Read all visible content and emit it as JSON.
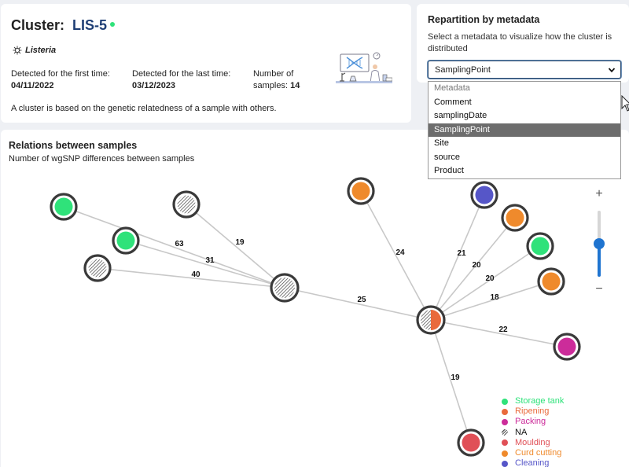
{
  "cluster": {
    "title_label": "Cluster:",
    "id": "LIS-5",
    "organism": "Listeria",
    "first_label": "Detected for the first time:",
    "first_value": "04/11/2022",
    "last_label": "Detected for the last time:",
    "last_value": "03/12/2023",
    "samples_label": "Number of samples:",
    "samples_value": "14",
    "description": "A cluster is based on the genetic relatedness of a sample with others."
  },
  "repartition": {
    "title": "Repartition by metadata",
    "help": "Select a metadata to visualize how the cluster is distributed",
    "selected": "SamplingPoint",
    "options": [
      {
        "label": "Metadata",
        "disabled": true,
        "selected": false
      },
      {
        "label": "Comment",
        "disabled": false,
        "selected": false
      },
      {
        "label": "samplingDate",
        "disabled": false,
        "selected": false
      },
      {
        "label": "SamplingPoint",
        "disabled": false,
        "selected": true
      },
      {
        "label": "Site",
        "disabled": false,
        "selected": false
      },
      {
        "label": "source",
        "disabled": false,
        "selected": false
      },
      {
        "label": "Product",
        "disabled": false,
        "selected": false
      }
    ]
  },
  "relations": {
    "title": "Relations between samples",
    "subtitle": "Number of wgSNP differences between samples"
  },
  "zoom": {
    "plus": "+",
    "minus": "−",
    "level": 0.5
  },
  "legend": [
    {
      "label": "Storage tank",
      "color": "#2fe27a",
      "pattern": "solid"
    },
    {
      "label": "Ripening",
      "color": "#e96a3c",
      "pattern": "solid"
    },
    {
      "label": "Packing",
      "color": "#cc2c9a",
      "pattern": "solid"
    },
    {
      "label": "NA",
      "color": "#111111",
      "pattern": "hatch"
    },
    {
      "label": "Moulding",
      "color": "#e05057",
      "pattern": "solid"
    },
    {
      "label": "Curd cutting",
      "color": "#ef8a2c",
      "pattern": "solid"
    },
    {
      "label": "Cleaning",
      "color": "#5656c8",
      "pattern": "solid"
    }
  ],
  "graph": {
    "nodes": [
      {
        "id": "hub1",
        "category": "NA"
      },
      {
        "id": "hub2",
        "category": "mixed"
      },
      {
        "id": "n1",
        "category": "Storage tank"
      },
      {
        "id": "n2",
        "category": "NA"
      },
      {
        "id": "n3",
        "category": "Storage tank"
      },
      {
        "id": "n4",
        "category": "NA"
      },
      {
        "id": "n5",
        "category": "Curd cutting"
      },
      {
        "id": "n6",
        "category": "Cleaning"
      },
      {
        "id": "n7",
        "category": "Curd cutting"
      },
      {
        "id": "n8",
        "category": "Storage tank"
      },
      {
        "id": "n9",
        "category": "Curd cutting"
      },
      {
        "id": "n10",
        "category": "Packing"
      },
      {
        "id": "n11",
        "category": "Moulding"
      }
    ],
    "edges": [
      {
        "from": "n1",
        "to": "hub1",
        "label": "63"
      },
      {
        "from": "n2",
        "to": "hub1",
        "label": "19"
      },
      {
        "from": "n3",
        "to": "hub1",
        "label": "31"
      },
      {
        "from": "n4",
        "to": "hub1",
        "label": "40"
      },
      {
        "from": "hub1",
        "to": "hub2",
        "label": "25"
      },
      {
        "from": "n5",
        "to": "hub2",
        "label": "24"
      },
      {
        "from": "n6",
        "to": "hub2",
        "label": "21"
      },
      {
        "from": "n7",
        "to": "hub2",
        "label": "20"
      },
      {
        "from": "n8",
        "to": "hub2",
        "label": "20"
      },
      {
        "from": "n9",
        "to": "hub2",
        "label": "18"
      },
      {
        "from": "n10",
        "to": "hub2",
        "label": "22"
      },
      {
        "from": "n11",
        "to": "hub2",
        "label": "19"
      }
    ]
  }
}
